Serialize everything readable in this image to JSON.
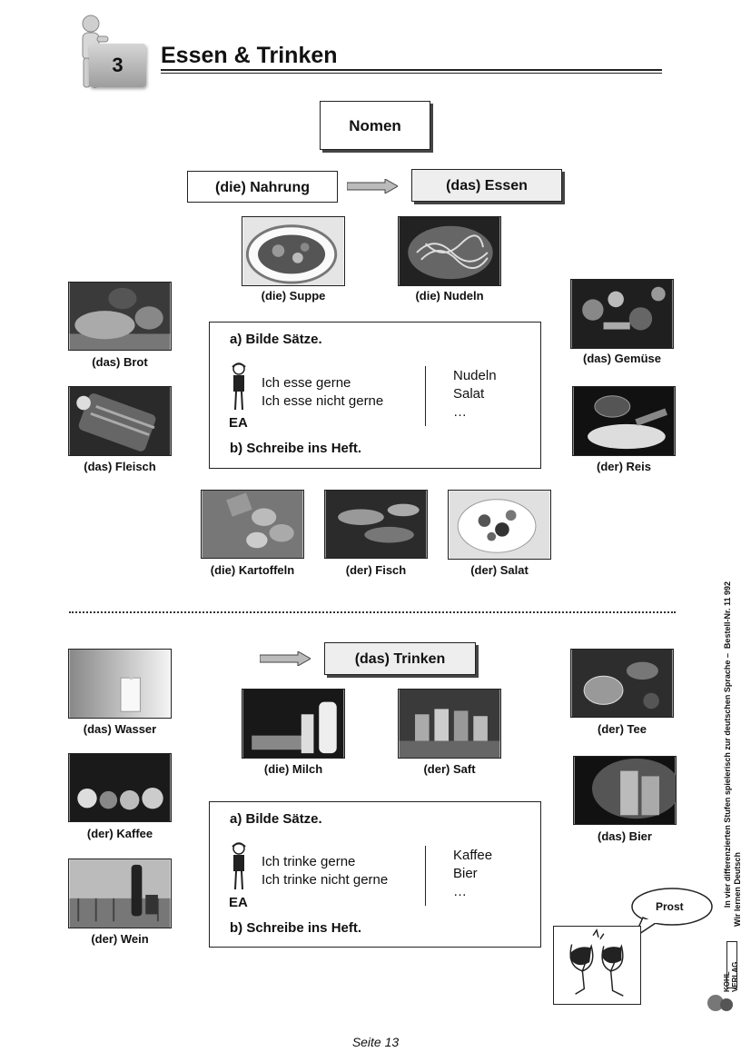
{
  "header": {
    "number": "3",
    "title": "Essen & Trinken"
  },
  "nomen": "Nomen",
  "food": {
    "source": "(die) Nahrung",
    "target": "(das) Essen",
    "items": [
      "(die) Suppe",
      "(die) Nudeln",
      "(das) Brot",
      "(das) Gemüse",
      "(das) Fleisch",
      "(der) Reis",
      "(die) Kartoffeln",
      "(der) Fisch",
      "(der) Salat"
    ],
    "task": {
      "a": "a)  Bilde Sätze.",
      "badge": "EA",
      "lines": [
        "Ich esse gerne",
        "Ich esse nicht gerne"
      ],
      "words": [
        "Nudeln",
        "Salat",
        "…"
      ],
      "b": "b)  Schreibe ins Heft."
    }
  },
  "drink": {
    "target": "(das) Trinken",
    "items": [
      "(das) Wasser",
      "(die) Milch",
      "(der) Saft",
      "(der) Tee",
      "(der) Kaffee",
      "(das) Bier",
      "(der) Wein"
    ],
    "task": {
      "a": "a)  Bilde Sätze.",
      "badge": "EA",
      "lines": [
        "Ich trinke gerne",
        "Ich trinke nicht gerne"
      ],
      "words": [
        "Kaffee",
        "Bier",
        "…"
      ],
      "b": "b)  Schreibe ins Heft."
    },
    "bubble": "Prost"
  },
  "sidebar": {
    "order": "Bestell-Nr. 11 992",
    "line1": "In vier differenzierten Stufen spielerisch zur deutschen Sprache  –",
    "line2": "Wir lernen Deutsch",
    "publisher": "KOHL VERLAG"
  },
  "footer": "Seite 13"
}
